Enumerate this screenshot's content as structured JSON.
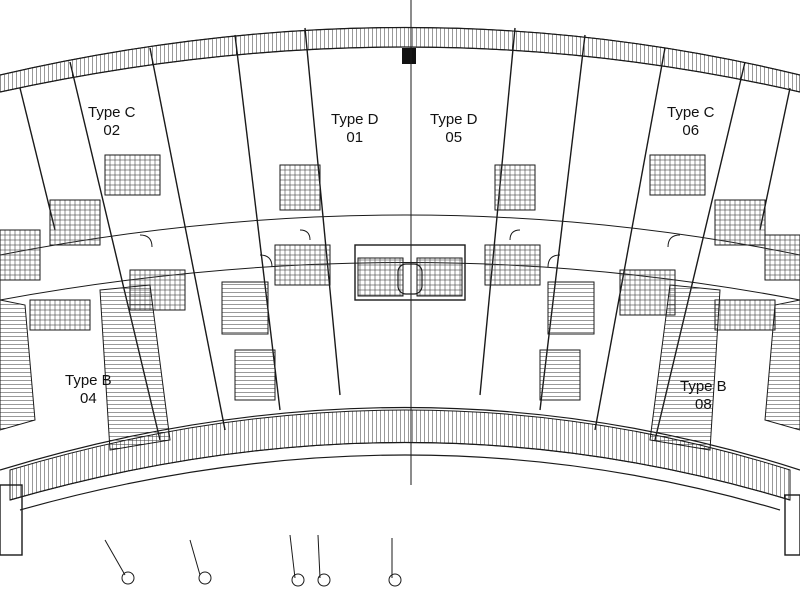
{
  "units": [
    {
      "type": "Type C",
      "number": "02"
    },
    {
      "type": "Type D",
      "number": "01"
    },
    {
      "type": "Type D",
      "number": "05"
    },
    {
      "type": "Type C",
      "number": "06"
    },
    {
      "type": "Type B",
      "number": "04"
    },
    {
      "type": "Type B",
      "number": "08"
    }
  ],
  "colors": {
    "line": "#1a1a1a",
    "paper": "#ffffff",
    "hatch": "#333333"
  }
}
